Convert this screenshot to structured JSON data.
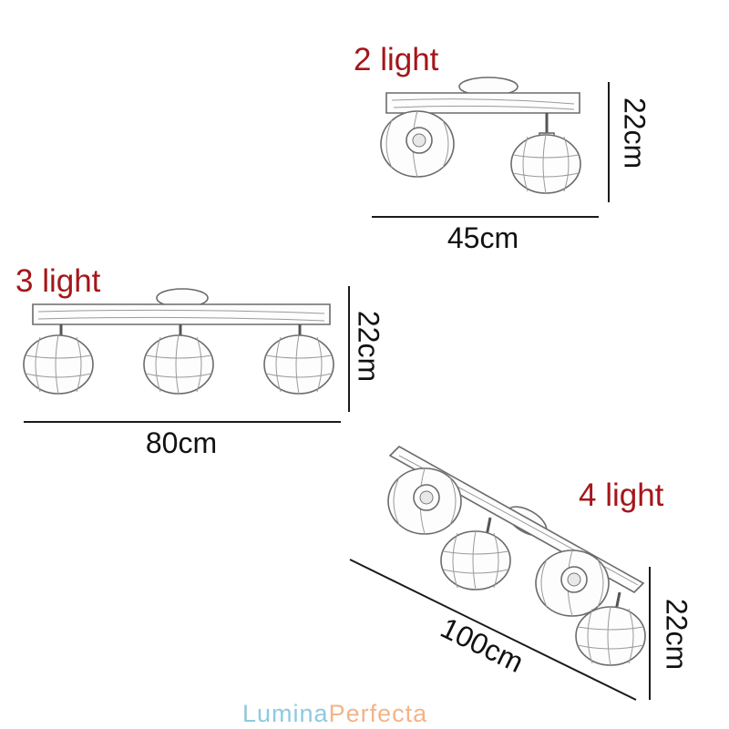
{
  "fixtures": [
    {
      "label": "2 light",
      "width": "45cm",
      "height": "22cm"
    },
    {
      "label": "3 light",
      "width": "80cm",
      "height": "22cm"
    },
    {
      "label": "4 light",
      "width": "100cm",
      "height": "22cm"
    }
  ],
  "brand": {
    "part1": "Lumina",
    "part2": "Perfecta"
  }
}
